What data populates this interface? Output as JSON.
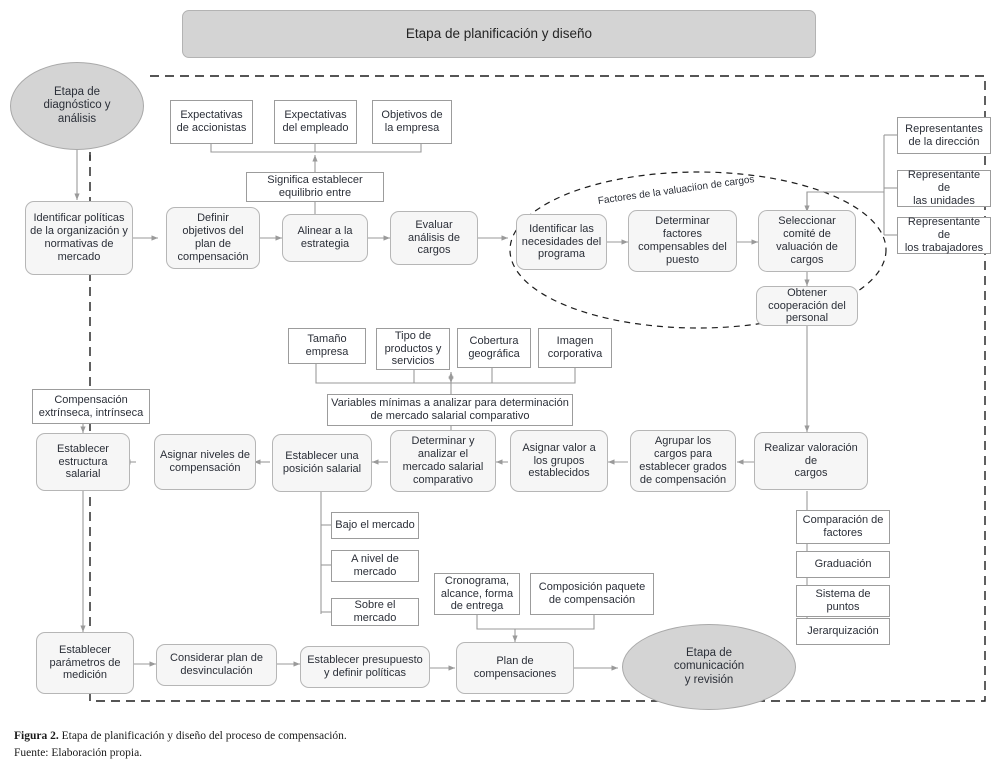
{
  "figure": {
    "header_title": "Etapa de planificación y diseño",
    "ellipse_annotation": "Factores de la valuaciíon de cargos",
    "caption_bold": "Figura 2.",
    "caption_text": " Etapa de planificación y diseño del proceso de compensación.",
    "caption_source": "Fuente: Elaboración propia."
  },
  "colors": {
    "stage_fill": "#d4d4d4",
    "process_fill": "#f6f6f6",
    "annotation_fill": "#ffffff",
    "border": "#b6b6b6",
    "connector": "#9a9a9a",
    "text": "#2b2f38"
  },
  "stages": {
    "diagnostic": "Etapa de\ndiagnóstico y\nanálisis",
    "communication": "Etapa de\ncomunicación\ny revisión"
  },
  "row1": {
    "identificar_politicas": "Identificar políticas\nde la organización y\nnormativas de\nmercado",
    "definir_objetivos": "Definir\nobjetivos del\nplan de\ncompensación",
    "alinear_estrategia": "Alinear a la\nestrategia",
    "evaluar_analisis": "Evaluar\nanálisis de\ncargos",
    "identificar_necesidades": "Identificar las\nnecesidades del\nprograma",
    "determinar_factores": "Determinar\nfactores\ncompensables del\npuesto",
    "seleccionar_comite": "Seleccionar\ncomité de\nvaluación de\ncargos",
    "obtener_cooperacion": "Obtener\ncooperación del\npersonal"
  },
  "equilibrio": {
    "significa_establecer": "Significa establecer\nequilibrio entre",
    "items": [
      "Expectativas\nde accionistas",
      "Expectativas\ndel empleado",
      "Objetivos de\nla empresa"
    ]
  },
  "comite_miembros": [
    "Representantes\nde la dirección",
    "Representante de\nlas unidades",
    "Representante de\nlos trabajadores"
  ],
  "variables_mercado": {
    "title": "Variables mínimas a analizar para determinación\nde mercado salarial comparativo",
    "items": [
      "Tamaño\nempresa",
      "Tipo de\nproductos y\nservicios",
      "Cobertura\ngeográfica",
      "Imagen\ncorporativa"
    ]
  },
  "row2": {
    "realizar_valoracion": "Realizar valoración de\ncargos",
    "agrupar_cargos": "Agrupar los\ncargos para\nestablecer grados\nde compensación",
    "asignar_valor": "Asignar valor a\nlos grupos\nestablecidos",
    "determinar_analizar": "Determinar  y\nanalizar el\nmercado salarial\ncomparativo",
    "establecer_posicion": "Establecer una\nposición salarial",
    "asignar_niveles": "Asignar niveles de\ncompensación",
    "establecer_estructura": "Establecer\nestructura salarial",
    "compensacion_tipos": "Compensación\nextrínseca, intrínseca"
  },
  "metodos_valoracion": [
    "Comparación de\nfactores",
    "Graduación",
    "Sistema de\npuntos",
    "Jerarquización"
  ],
  "posicion_salarial_opciones": [
    "Bajo el  mercado",
    "A nivel de\nmercado",
    "Sobre el mercado"
  ],
  "row3": {
    "establecer_parametros": "Establecer\nparámetros de\nmedición",
    "considerar_plan": "Considerar plan de\ndesvinculación",
    "establecer_presupuesto": "Establecer presupuesto\ny definir políticas",
    "plan_compensaciones": "Plan de\ncompensaciones",
    "cronograma": "Cronograma,\nalcance, forma\nde entrega",
    "composicion_paquete": "Composición paquete\nde compensación"
  }
}
